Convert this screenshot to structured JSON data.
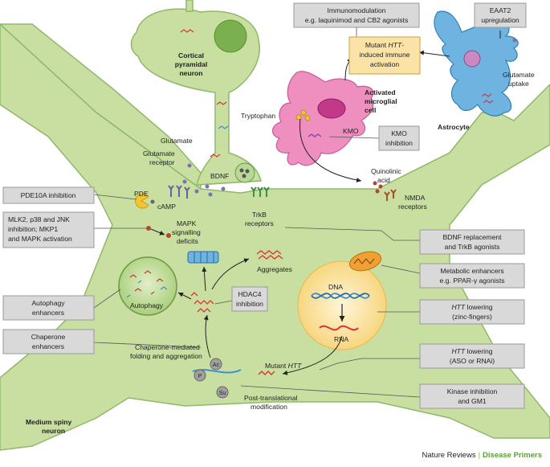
{
  "colors": {
    "neuron_fill": "#c9dfa2",
    "neuron_stroke": "#8fb86a",
    "microglia_fill": "#ef8fbf",
    "astrocyte_fill": "#6fb3e0",
    "box_fill": "#d9d9d9",
    "highlight_box_fill": "#fbe3a6",
    "nucleus_fill": "#fbe6a8",
    "accent_green": "#5aa03a"
  },
  "cells": {
    "cortical": "Cortical pyramidal neuron",
    "cortical_l1": "Cortical",
    "cortical_l2": "pyramidal",
    "cortical_l3": "neuron",
    "microglia_l1": "Activated",
    "microglia_l2": "microglial",
    "microglia_l3": "cell",
    "astrocyte": "Astrocyte",
    "msn_l1": "Medium spiny",
    "msn_l2": "neuron"
  },
  "labels": {
    "glutamate": "Glutamate",
    "glutamate_receptor_l1": "Glutamate",
    "glutamate_receptor_l2": "receptor",
    "bdnf": "BDNF",
    "pde": "PDE",
    "camp": "cAMP",
    "trkb_l1": "TrkB",
    "trkb_l2": "receptors",
    "tryptophan": "Tryptophan",
    "kmo": "KMO",
    "quinolinic_l1": "Quinolinic",
    "quinolinic_l2": "acid",
    "nmda_l1": "NMDA",
    "nmda_l2": "receptors",
    "glutamate_uptake_l1": "Glutamate",
    "glutamate_uptake_l2": "uptake",
    "mapk_l1": "MAPK",
    "mapk_l2": "signalling",
    "mapk_l3": "deficits",
    "aggregates": "Aggregates",
    "autophagy": "Autophagy",
    "dna": "DNA",
    "rna": "RNA",
    "mutant": "Mutant ",
    "mutant_htt": "HTT",
    "chaperone_l1": "Chaperone-mediated",
    "chaperone_l2": "folding and aggregation",
    "ptm_l1": "Post-translational",
    "ptm_l2": "modification",
    "ac": "Ac",
    "p": "P",
    "su": "Su"
  },
  "therapy_boxes": {
    "immunomodulation_l1": "Immunomodulation",
    "immunomodulation_l2": "e.g. laquinimod and CB2 agonists",
    "eaat2_l1": "EAAT2",
    "eaat2_l2": "upregulation",
    "immune_l1a": "Mutant ",
    "immune_l1b": "HTT",
    "immune_l1c": "-",
    "immune_l2": "induced immune",
    "immune_l3": "activation",
    "kmo_l1": "KMO",
    "kmo_l2": "inhibition",
    "pde10a": "PDE10A inhibition",
    "mlk2_l1": "MLK2, p38 and JNK",
    "mlk2_l2": "inhibition; MKP1",
    "mlk2_l3": "and MAPK activation",
    "bdnf_l1": "BDNF replacement",
    "bdnf_l2": "and TrkB agonists",
    "metabolic_l1": "Metabolic enhancers",
    "metabolic_l2": "e.g. PPAR-γ agonists",
    "autophagy_l1": "Autophagy",
    "autophagy_l2": "enhancers",
    "hdac4_l1": "HDAC4",
    "hdac4_l2": "inhibition",
    "httlow1_l1a": "HTT",
    "httlow1_l1b": " lowering",
    "httlow1_l2": "(zinc-fingers)",
    "chaperone_l1": "Chaperone",
    "chaperone_l2": "enhancers",
    "httlow2_l1a": "HTT",
    "httlow2_l1b": " lowering",
    "httlow2_l2": "(ASO or RNAi)",
    "kinase_l1": "Kinase inhibition",
    "kinase_l2": "and GM1"
  },
  "footer": {
    "publisher": "Nature Reviews",
    "separator": "|",
    "journal": "Disease Primers"
  }
}
